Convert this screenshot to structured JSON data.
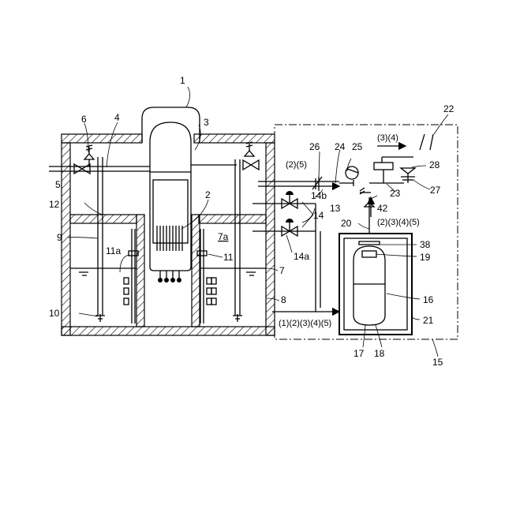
{
  "labels": {
    "n1": "1",
    "n2": "2",
    "n3": "3",
    "n4": "4",
    "n5": "5",
    "n6": "6",
    "n7": "7",
    "n7a": "7a",
    "n8": "8",
    "n9": "9",
    "n10": "10",
    "n11": "11",
    "n11a": "11a",
    "n12": "12",
    "n13": "13",
    "n14": "14",
    "n14a": "14a",
    "n14b": "14b",
    "n15": "15",
    "n16": "16",
    "n17": "17",
    "n18": "18",
    "n19": "19",
    "n20": "20",
    "n21": "21",
    "n22": "22",
    "n23": "23",
    "n24": "24",
    "n25": "25",
    "n26": "26",
    "n27": "27",
    "n28": "28",
    "n38": "38",
    "n42": "42"
  },
  "modes": {
    "m34": "(3)(4)",
    "m25": "(2)(5)",
    "m2345": "(2)(3)(4)(5)",
    "m12345": "(1)(2)(3)(4)(5)"
  }
}
